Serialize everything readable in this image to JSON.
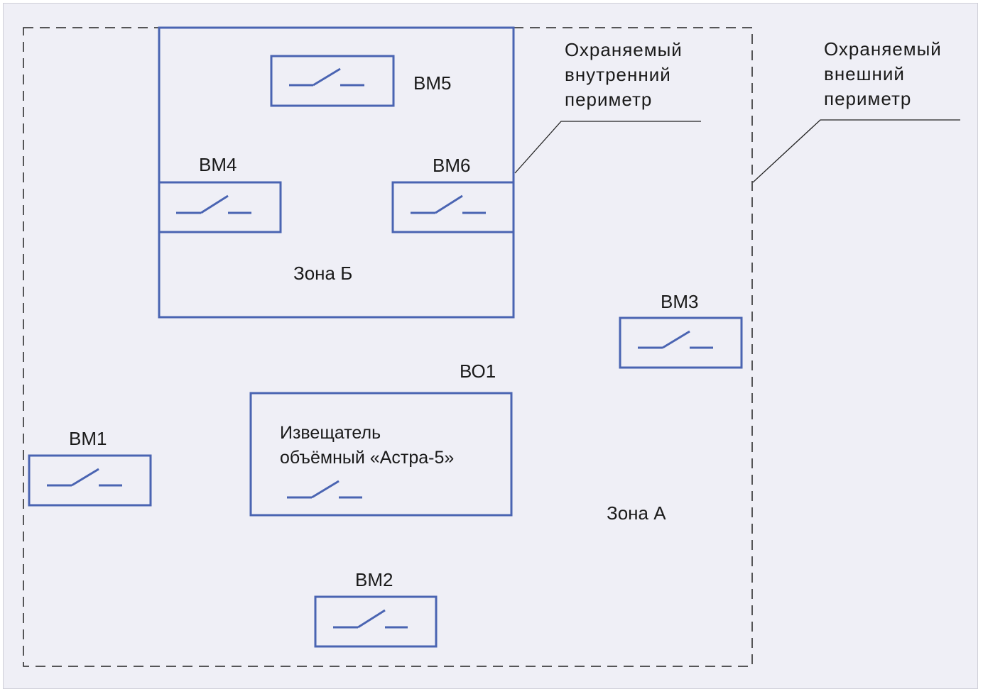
{
  "diagram": {
    "outer_perimeter_label": [
      "Охраняемый",
      "внешний",
      "периметр"
    ],
    "inner_perimeter_label": [
      "Охраняемый",
      "внутренний",
      "периметр"
    ],
    "zone_a_label": "Зона А",
    "zone_b_label": "Зона Б",
    "sensors": {
      "bm1": "ВМ1",
      "bm2": "ВМ2",
      "bm3": "ВМ3",
      "bm4": "ВМ4",
      "bm5": "ВМ5",
      "bm6": "ВМ6",
      "bo1": "ВО1"
    },
    "bo1_description": [
      "Извещатель",
      "объёмный «Астра-5»"
    ],
    "colors": {
      "switch_blue": "#4a64b2",
      "background": "#efeff6",
      "dashed_line": "#222222",
      "leader_line": "#222222"
    }
  }
}
